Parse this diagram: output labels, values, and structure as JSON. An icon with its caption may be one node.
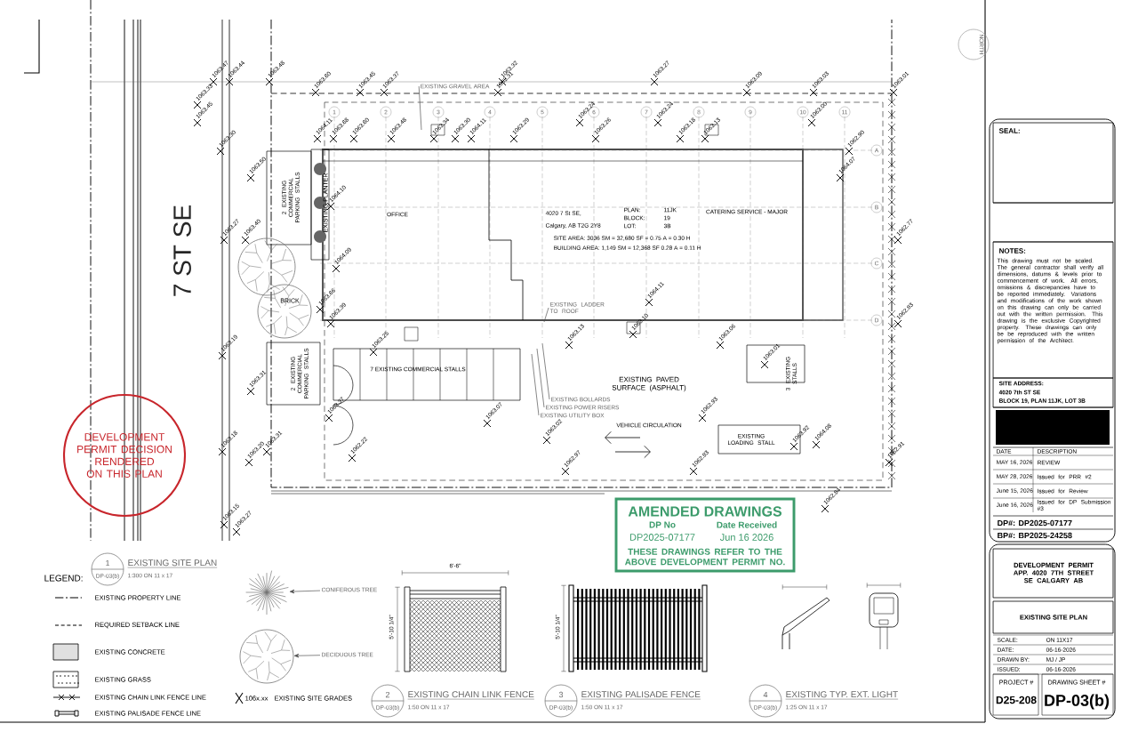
{
  "diagram": {
    "nodes": [
      {
        "text": [
          "DEVELOPMENT PERMIT DECISION RENDERED ON THIS PLAN"
        ]
      },
      {
        "text": [
          "AMENDED DRAWINGS",
          "DP No",
          "Date Received",
          "DP2025-07177",
          "Jun 16 2026",
          "THESE DRAWINGS REFER TO THE ABOVE DEVELOPMENT PERMIT NO."
        ]
      },
      {
        "text": [
          "EXISTING GRAVEL AREA"
        ]
      },
      {
        "text": [
          "EXISTING LADDER TO ROOF"
        ]
      },
      {
        "text": [
          "EXISTING BOLLARDS"
        ]
      },
      {
        "text": [
          "EXISTING POWER RISERS"
        ]
      },
      {
        "text": [
          "EXISTING UTILITY BOX"
        ]
      },
      {
        "text": [],
        "shape": "picture"
      },
      {
        "text": [
          "CONIFEROUS TREE"
        ]
      },
      {
        "text": [],
        "shape": "picture"
      },
      {
        "text": [
          "DECIDUOUS TREE"
        ]
      },
      {
        "text": [
          "SEAL:"
        ]
      },
      {
        "text": [
          "NOTES:",
          "This drawing must not be scaled. The general contractor shall verify all dimensions, datums & levels prior to commencement of work. All errors, omissions & discrepancies have to be reported immediately. Variations and modifications of the work shown on this drawing can only be carried out with the written permission. This drawing is the exclusive Copyrighted property. These drawings can only be be reproduced with the written permission of the Architect."
        ]
      },
      {
        "text": [
          "SITE ADDRESS:",
          "4020 7th ST SE",
          "BLOCK 19, PLAN 11JK, LOT 3B"
        ]
      },
      {
        "text": [
          "DEVELOPMENT PERMIT APP. 4020 7TH STREET SE CALGARY AB"
        ]
      },
      {
        "text": [
          "EXISTING SITE PLAN"
        ]
      }
    ],
    "edges": [
      {
        "from": 2,
        "to": null,
        "arrow": "none"
      },
      {
        "from": 3,
        "to": null,
        "arrow": "none"
      },
      {
        "from": 4,
        "to": null,
        "arrow": "none"
      },
      {
        "from": 5,
        "to": null,
        "arrow": "none"
      },
      {
        "from": 6,
        "to": null,
        "arrow": "none"
      },
      {
        "from": 8,
        "to": 7,
        "arrow": "to"
      },
      {
        "from": 10,
        "to": 9,
        "arrow": "to"
      }
    ],
    "labels": [
      "7 ST SE",
      "OFFICE",
      "4020 7 St SE,",
      "Calgary, AB T2G 2Y8",
      "PLAN:",
      "11JK",
      "BLOCK:",
      "19",
      "LOT:",
      "3B",
      "SITE AREA: 3036 SM = 32,680 SF = 0.75 A = 0.30 H",
      "BUILDING AREA: 1,149 SM = 12,368 SF 0.28 A = 0.11 H",
      "CATERING SERVICE - MAJOR",
      "EXISTING PAVED SURFACE (ASPHALT)",
      "VEHICLE CIRCULATION",
      "7 EXISTING COMMERCIAL STALLS",
      "2 EXISTING COMMERCIAL PARKING STALLS",
      "2 EXISTING COMMERCIAL PARKING STALLS",
      "EXISTING PLANTER",
      "BRICK",
      "3 EXISTING STALLS",
      "EXISTING LOADING STALL",
      "1",
      "2",
      "3",
      "4",
      "5",
      "6",
      "7",
      "8",
      "9",
      "10",
      "11",
      "A",
      "B",
      "C",
      "D",
      "1063.47",
      "1063.44",
      "1063.48",
      "1063.32",
      "1063.27",
      "1063.60",
      "1063.45",
      "1063.37",
      "1063.31",
      "1063.09",
      "1063.03",
      "1063.01",
      "1063.33",
      "1063.45",
      "1063.24",
      "1063.24",
      "1063.00",
      "1064.11",
      "1063.68",
      "1063.60",
      "1063.48",
      "1063.34",
      "1063.30",
      "1064.11",
      "1063.29",
      "1063.26",
      "1063.18",
      "1063.13",
      "1063.30",
      "1062.90",
      "1063.50",
      "1064.07",
      "1064.10",
      "1063.27",
      "1063.40",
      "1062.77",
      "1064.09",
      "1063.66",
      "1063.39",
      "1064.11",
      "1062.83",
      "1063.19",
      "1063.25",
      "1063.13",
      "1063.10",
      "1063.06",
      "1063.01",
      "1063.31",
      "1063.37",
      "1063.07",
      "1062.93",
      "1063.18",
      "1063.20",
      "1063.31",
      "1062.22",
      "1063.02",
      "1062.97",
      "1062.83",
      "1063.92",
      "1064.08",
      "1062.91",
      "1062.84",
      "1063.15",
      "1063.27",
      "LEGEND:",
      "106x.xx",
      "1",
      "DP-03(b)",
      "EXISTING SITE PLAN",
      "1:300 ON 11 x 17",
      "2",
      "DP-03(b)",
      "EXISTING CHAIN LINK FENCE",
      "1:50 ON 11 x 17",
      "3",
      "DP-03(b)",
      "EXISTING PALISADE FENCE",
      "1:50 ON 11 x 17",
      "4",
      "DP-03(b)",
      "EXISTING TYP. EXT. LIGHT",
      "1:25 ON 11 x 17",
      "6'-6\"",
      "5'-10 1/4\"",
      "5'-10 1/4\"",
      "NORTH",
      "DATE",
      "DESCRIPTION",
      "MAY 16, 2026",
      "REVIEW",
      "MAY 28, 2026",
      "Issued for PRR #2",
      "June 15, 2026",
      "Issued for Review",
      "June 16, 2026",
      "Issued for DP Submission #3",
      "DP#: DP2025-07177",
      "BP#: BP2025-24258",
      "SCALE:",
      "ON 11X17",
      "DATE:",
      "06-16-2026",
      "DRAWN BY:",
      "MJ / JP",
      "ISSUED:",
      "06-16-2026",
      "PROJECT #",
      "D25-208",
      "DRAWING SHEET #",
      "DP-03(b)"
    ],
    "legend": [
      {
        "text": "EXISTING PROPERTY LINE"
      },
      {
        "text": "REQUIRED SETBACK LINE"
      },
      {
        "text": "EXISTING CONCRETE"
      },
      {
        "text": "EXISTING GRASS"
      },
      {
        "text": "EXISTING CHAIN LINK FENCE LINE"
      },
      {
        "text": "EXISTING PALISADE FENCE LINE"
      },
      {
        "text": "EXISTING SITE GRADES"
      }
    ]
  }
}
